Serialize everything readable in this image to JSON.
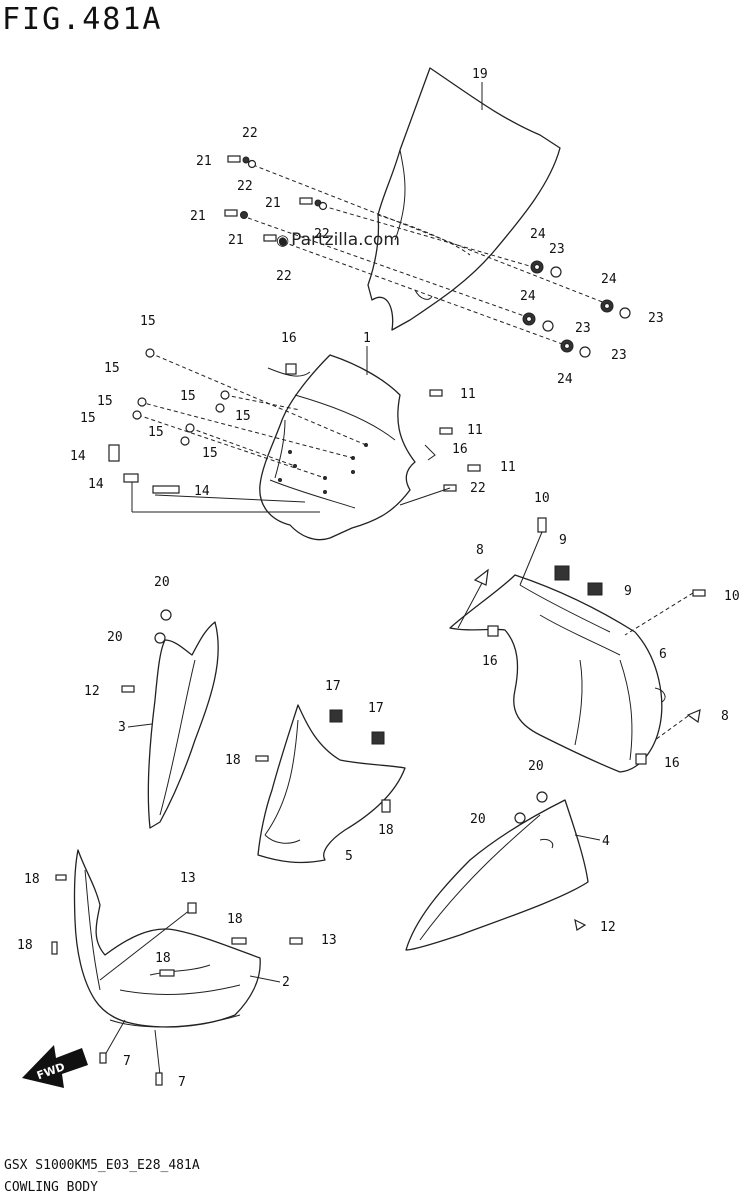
{
  "figure": {
    "title": "FIG.481A",
    "model_code": "GSX S1000KM5_E03_E28_481A",
    "section_name": "COWLING BODY",
    "watermark": "Partzilla.com"
  },
  "direction_badge": {
    "label": "FWD"
  },
  "callouts": [
    {
      "id": "c19",
      "text": "19"
    },
    {
      "id": "c22a",
      "text": "22"
    },
    {
      "id": "c21a",
      "text": "21"
    },
    {
      "id": "c22b",
      "text": "22"
    },
    {
      "id": "c21b",
      "text": "21"
    },
    {
      "id": "c21c",
      "text": "21"
    },
    {
      "id": "c22c",
      "text": "22"
    },
    {
      "id": "c21d",
      "text": "21"
    },
    {
      "id": "c22d",
      "text": "22"
    },
    {
      "id": "c24a",
      "text": "24"
    },
    {
      "id": "c23a",
      "text": "23"
    },
    {
      "id": "c24b",
      "text": "24"
    },
    {
      "id": "c23b",
      "text": "23"
    },
    {
      "id": "c24c",
      "text": "24"
    },
    {
      "id": "c23c",
      "text": "23"
    },
    {
      "id": "c23d",
      "text": "23"
    },
    {
      "id": "c24d",
      "text": "24"
    },
    {
      "id": "c15a",
      "text": "15"
    },
    {
      "id": "c15b",
      "text": "15"
    },
    {
      "id": "c16a",
      "text": "16"
    },
    {
      "id": "c1",
      "text": "1"
    },
    {
      "id": "c15c",
      "text": "15"
    },
    {
      "id": "c15d",
      "text": "15"
    },
    {
      "id": "c15e",
      "text": "15"
    },
    {
      "id": "c15f",
      "text": "15"
    },
    {
      "id": "c15g",
      "text": "15"
    },
    {
      "id": "c15h",
      "text": "15"
    },
    {
      "id": "c11a",
      "text": "11"
    },
    {
      "id": "c11b",
      "text": "11"
    },
    {
      "id": "c16b",
      "text": "16"
    },
    {
      "id": "c11c",
      "text": "11"
    },
    {
      "id": "c22e",
      "text": "22"
    },
    {
      "id": "c14a",
      "text": "14"
    },
    {
      "id": "c14b",
      "text": "14"
    },
    {
      "id": "c14c",
      "text": "14"
    },
    {
      "id": "c10a",
      "text": "10"
    },
    {
      "id": "c8a",
      "text": "8"
    },
    {
      "id": "c9a",
      "text": "9"
    },
    {
      "id": "c9b",
      "text": "9"
    },
    {
      "id": "c10b",
      "text": "10"
    },
    {
      "id": "c20a",
      "text": "20"
    },
    {
      "id": "c20b",
      "text": "20"
    },
    {
      "id": "c16c",
      "text": "16"
    },
    {
      "id": "c6",
      "text": "6"
    },
    {
      "id": "c12a",
      "text": "12"
    },
    {
      "id": "c3",
      "text": "3"
    },
    {
      "id": "c17a",
      "text": "17"
    },
    {
      "id": "c17b",
      "text": "17"
    },
    {
      "id": "c8b",
      "text": "8"
    },
    {
      "id": "c16d",
      "text": "16"
    },
    {
      "id": "c18a",
      "text": "18"
    },
    {
      "id": "c20c",
      "text": "20"
    },
    {
      "id": "c20d",
      "text": "20"
    },
    {
      "id": "c18b",
      "text": "18"
    },
    {
      "id": "c5",
      "text": "5"
    },
    {
      "id": "c4",
      "text": "4"
    },
    {
      "id": "c18c",
      "text": "18"
    },
    {
      "id": "c13a",
      "text": "13"
    },
    {
      "id": "c18d",
      "text": "18"
    },
    {
      "id": "c13b",
      "text": "13"
    },
    {
      "id": "c18e",
      "text": "18"
    },
    {
      "id": "c18f",
      "text": "18"
    },
    {
      "id": "c2",
      "text": "2"
    },
    {
      "id": "c12b",
      "text": "12"
    },
    {
      "id": "c7a",
      "text": "7"
    },
    {
      "id": "c7b",
      "text": "7"
    }
  ]
}
